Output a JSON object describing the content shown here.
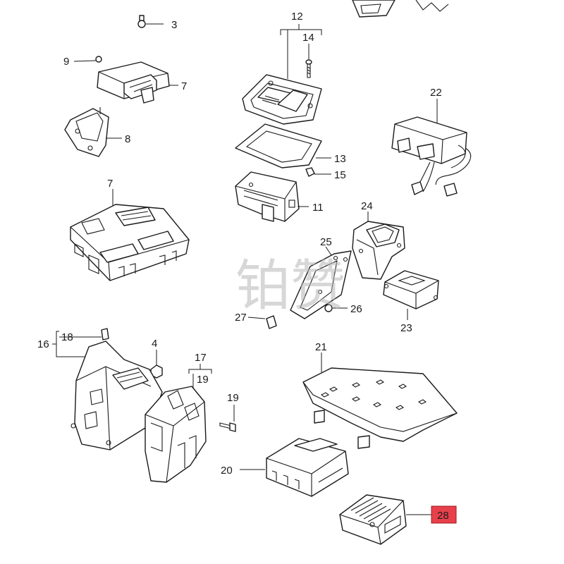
{
  "labels": {
    "n3": "3",
    "n9": "9",
    "n7a": "7",
    "n8": "8",
    "n12": "12",
    "n14": "14",
    "n13": "13",
    "n15": "15",
    "n11": "11",
    "n22": "22",
    "n7b": "7",
    "n24": "24",
    "n25": "25",
    "n27": "27",
    "n26": "26",
    "n23": "23",
    "n16": "16",
    "n18": "18",
    "n4": "4",
    "n17": "17",
    "n19a": "19",
    "n19b": "19",
    "n21": "21",
    "n20": "20",
    "n28": "28"
  },
  "watermark": "铂赞",
  "colors": {
    "highlight": "#e8404a",
    "line": "#1a1a1a"
  }
}
